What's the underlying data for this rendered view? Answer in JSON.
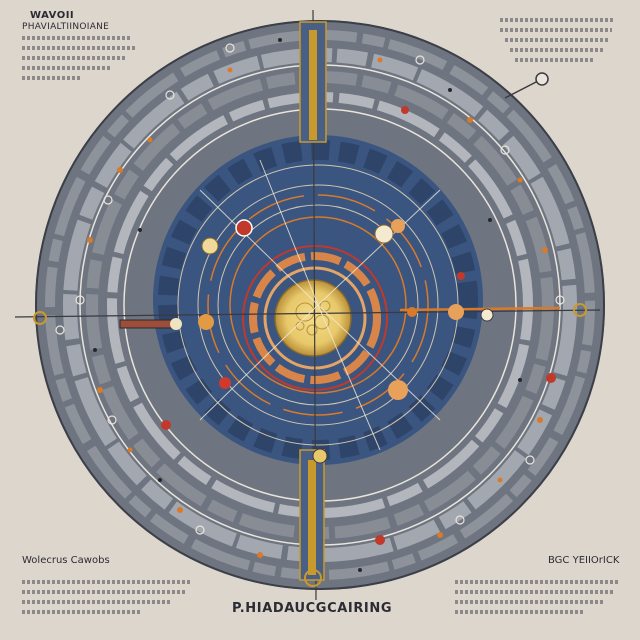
{
  "labels": {
    "top_left_title": "WAVOII",
    "top_left_subtitle": "PHAVIALTIINOIANE",
    "bottom_left": "Wolecrus Cawobs",
    "bottom_right": "BGC YEIIOrICK",
    "bottom_caption": "P.HIADAUCGCAIRING"
  },
  "colors": {
    "background": "#ddd6cd",
    "outer_ring": "#7d838d",
    "inner_disc": "#3a5580",
    "core": "#e8c86a",
    "accent_orange": "#d97a2a",
    "accent_red": "#c0392b",
    "axis_gold": "#c89a2e"
  },
  "icons": {
    "top_right_marker": "pin-icon"
  }
}
